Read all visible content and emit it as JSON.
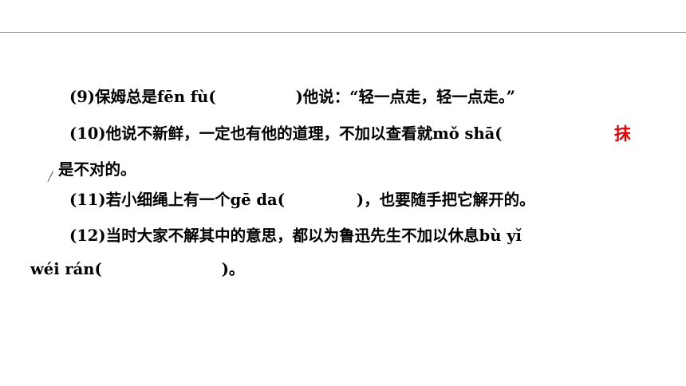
{
  "items": [
    {
      "prefix": "(9)保姆总是fēn fù(",
      "suffix": ")他说：“轻一点走，轻一点走。”"
    },
    {
      "prefix": "(10)他说不新鲜，一定也有他的道理，不加以查看就mǒ shā(",
      "answer": "抹",
      "continuation": "是不对的。"
    },
    {
      "prefix": "(11)若小细绳上有一个gē da(",
      "suffix": ")，也要随手把它解开的。"
    },
    {
      "prefix": "(12)当时大家不解其中的意思，都以为鲁迅先生不加以休息bù yǐ",
      "continuation": "wéi rán(",
      "suffix": ")。"
    }
  ]
}
